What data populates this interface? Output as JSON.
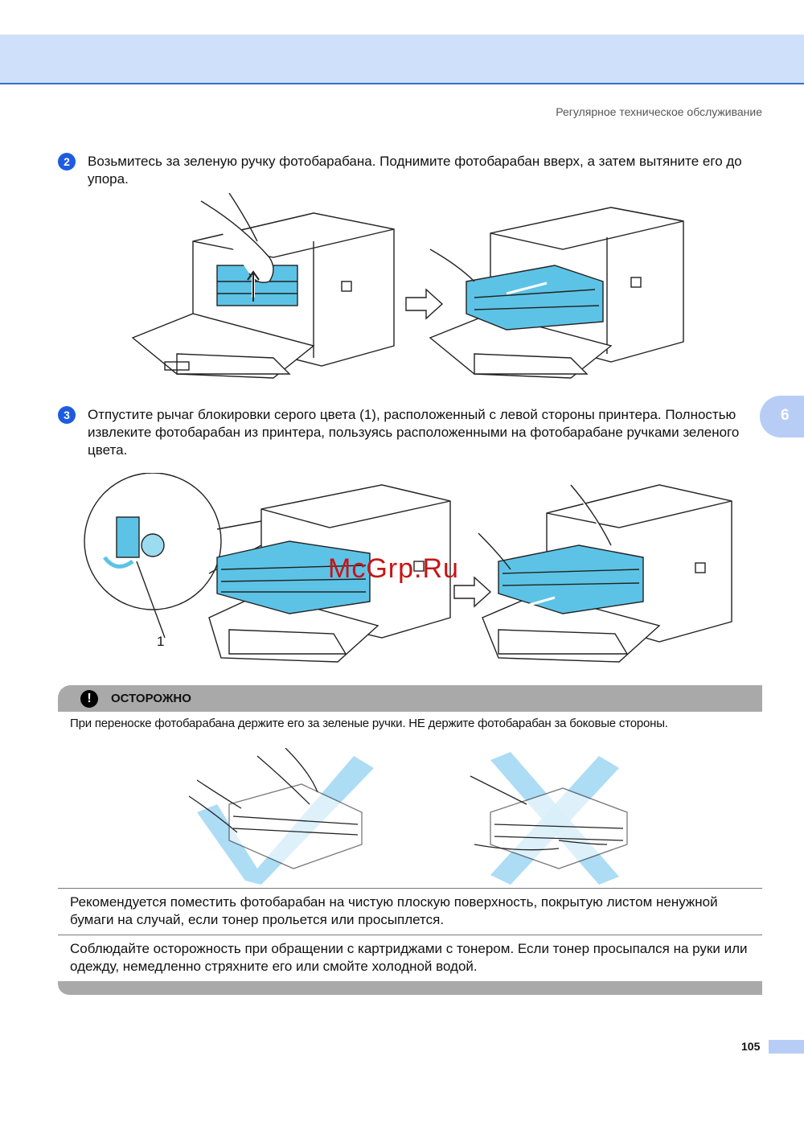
{
  "header": {
    "section_title": "Регулярное техническое обслуживание"
  },
  "steps": [
    {
      "number": "2",
      "text": "Возьмитесь за зеленую ручку фотобарабана. Поднимите фотобарабан вверх, а затем вытяните его до упора."
    },
    {
      "number": "3",
      "text": "Отпустите рычаг блокировки серого цвета (1), расположенный с левой стороны принтера. Полностью извлеките фотобарабан из принтера, пользуясь расположенными на фотобарабане ручками зеленого цвета."
    }
  ],
  "side_tab": {
    "chapter": "6"
  },
  "figure2": {
    "callout": "1"
  },
  "caution": {
    "title": "ОСТОРОЖНО",
    "text": "При переноске фотобарабана держите его за зеленые ручки. НЕ держите фотобарабан за боковые стороны."
  },
  "notes": [
    "Рекомендуется поместить фотобарабан на чистую плоскую поверхность, покрытую листом ненужной бумаги на случай, если тонер прольется или просыплется.",
    "Соблюдайте осторожность при обращении с картриджами с тонером. Если тонер просыпался на руки или одежду, немедленно стряхните его или смойте холодной водой."
  ],
  "footer": {
    "page_number": "105"
  },
  "watermark": "McGrp.Ru",
  "colors": {
    "accent_blue": "#1d5be0",
    "band": "#cfe0fb",
    "drum_cyan": "#5cc3e6",
    "caution_gray": "#a9a9a9",
    "watermark_red": "#c81414"
  }
}
